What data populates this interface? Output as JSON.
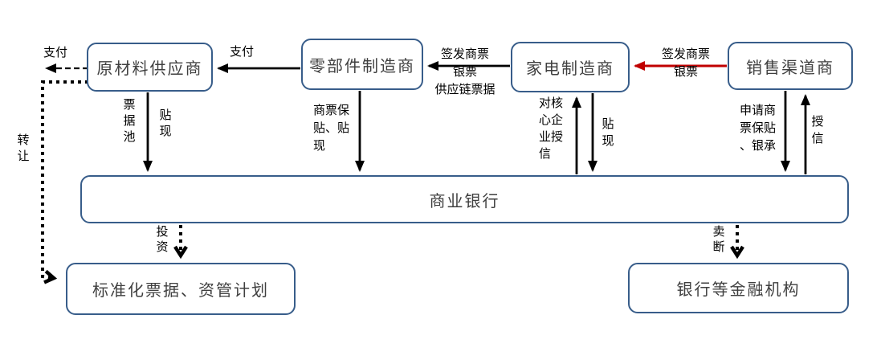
{
  "diagram": {
    "boxes": {
      "raw_material_supplier": "原材料供应商",
      "parts_manufacturer": "零部件制造商",
      "appliance_manufacturer": "家电制造商",
      "sales_channel": "销售渠道商",
      "commercial_bank": "商业银行",
      "standardized_notes": "标准化票据、资管计划",
      "financial_institutions": "银行等金融机构"
    },
    "labels": {
      "pay_left": "支付",
      "pay_mid": "支付",
      "issue_notes_supply_chain": "签发商票\n银票\n供应链票据",
      "issue_notes": "签发商票\n银票",
      "note_pool": "票\n据\n池",
      "discount_left": "贴\n现",
      "guarantee_discount": "商票保\n贴、贴\n现",
      "core_credit": "对核\n心企\n业授\n信",
      "discount_right": "贴\n现",
      "apply_guarantee": "申请商\n票保贴\n、银承",
      "credit": "授\n信",
      "invest": "投\n资",
      "sell_off": "卖\n断",
      "transfer": "转\n让"
    },
    "colors": {
      "box_border": "#385D8A",
      "arrow_black": "#000000",
      "arrow_red": "#C00000",
      "box_text": "#3F3F3F"
    }
  }
}
